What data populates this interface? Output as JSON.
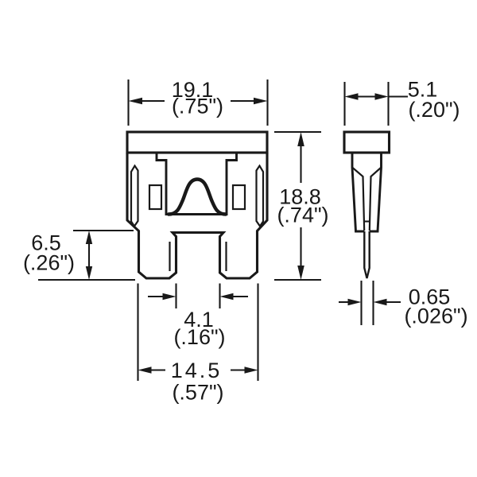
{
  "drawing": {
    "subject": "Automotive blade fuse dimensional drawing (front and side views)",
    "background": "#ffffff",
    "ink": "#191919",
    "views": {
      "front": "front view",
      "side": "side view"
    },
    "dims": {
      "overall_width": {
        "mm": "19.1",
        "inch": "(.75\")"
      },
      "overall_height": {
        "mm": "18.8",
        "inch": "(.74\")"
      },
      "terminal_length": {
        "mm": "6.5",
        "inch": "(.26\")"
      },
      "terminal_gap": {
        "mm": "4.1",
        "inch": "(.16\")"
      },
      "terminal_span": {
        "mm": "14.5",
        "inch": "(.57\")"
      },
      "body_thickness": {
        "mm": "5.1",
        "inch": "(.20\")"
      },
      "terminal_thickness": {
        "mm": "0.65",
        "inch": "(.026\")"
      }
    }
  }
}
